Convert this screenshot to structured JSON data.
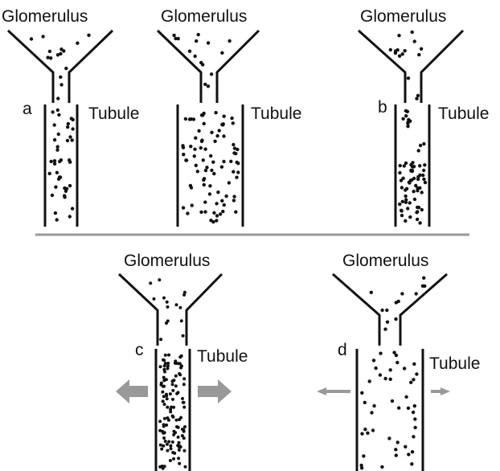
{
  "labels": {
    "glomerulus": "Glomerulus",
    "tubule": "Tubule",
    "a": "a",
    "b": "b",
    "c": "c",
    "d": "d"
  },
  "colors": {
    "ink": "#111111",
    "divider": "#9a9a9a",
    "arrow": "#999999"
  }
}
